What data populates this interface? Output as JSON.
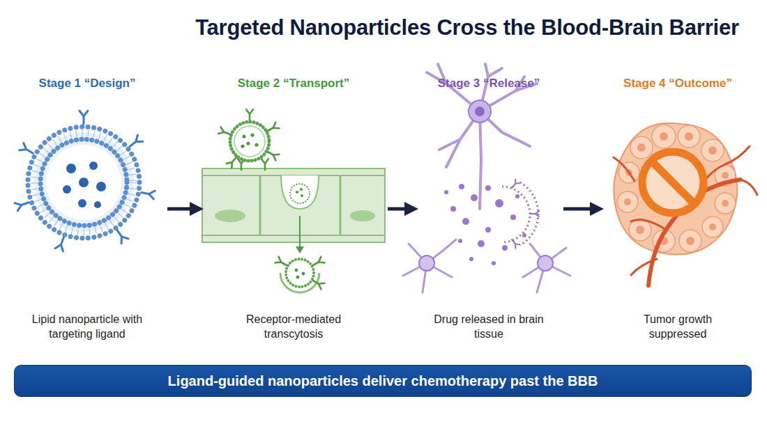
{
  "diagram": {
    "title": "Targeted Nanoparticles Cross the Blood-Brain Barrier",
    "nodes": [
      {
        "text": [
          "Stage 1 “Design”",
          "Lipid nanoparticle with targeting ligand"
        ]
      },
      {
        "text": [
          "Stage 2 “Transport”",
          "Receptor-mediated transcytosis"
        ]
      },
      {
        "text": [
          "Stage 3 “Release”",
          "Drug released in brain tissue"
        ]
      },
      {
        "text": [
          "Stage 4 “Outcome”",
          "Tumor growth suppressed"
        ]
      },
      {
        "text": [
          "Ligand-guided nanoparticles deliver chemotherapy past the BBB"
        ]
      }
    ],
    "edges": [
      {
        "from": 0,
        "to": 1,
        "arrow": "to"
      },
      {
        "from": 1,
        "to": 2,
        "arrow": "to"
      },
      {
        "from": 2,
        "to": 3,
        "arrow": "to"
      }
    ]
  }
}
